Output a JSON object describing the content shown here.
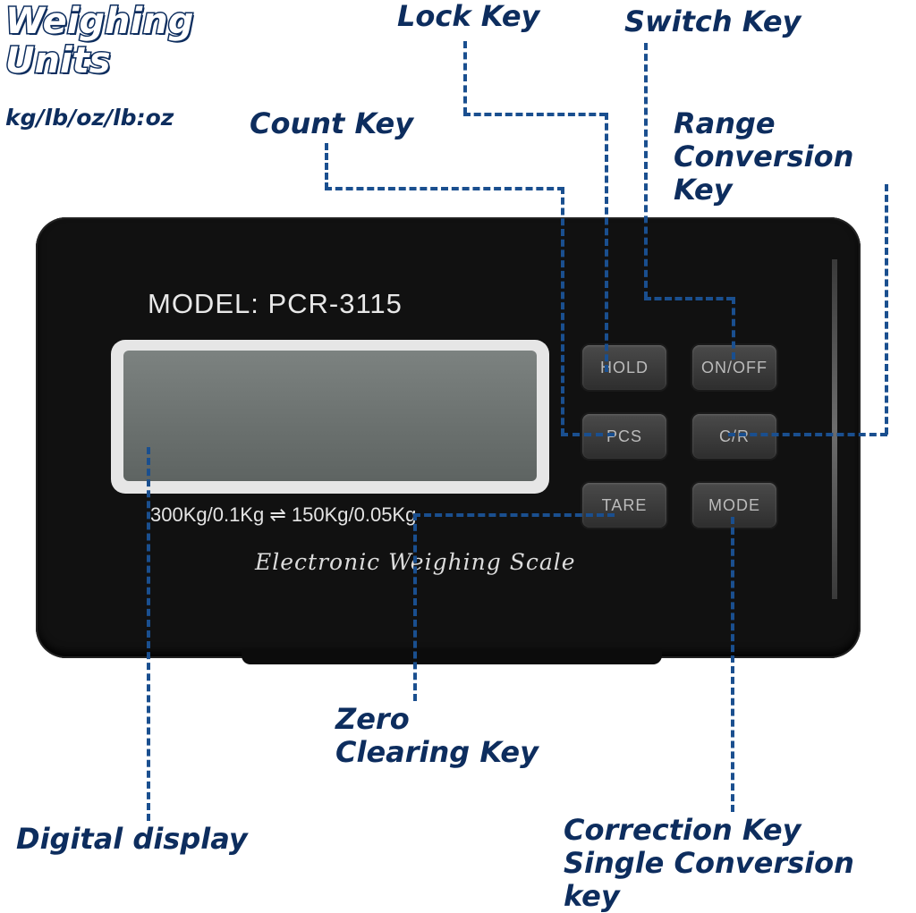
{
  "title": {
    "line1": "Weighing",
    "line2": "Units",
    "units": "kg/lb/oz/lb:oz"
  },
  "device": {
    "model": "MODEL: PCR-3115",
    "range": "300Kg/0.1Kg ⇌ 150Kg/0.05Kg",
    "brand_script": "Electronic Weighing Scale",
    "keys": [
      "HOLD",
      "ON/OFF",
      "PCS",
      "C/R",
      "TARE",
      "MODE"
    ]
  },
  "callouts": {
    "lock": "Lock Key",
    "switch": "Switch Key",
    "count": "Count Key",
    "range1": "Range",
    "range2": "Conversion Key",
    "zero1": "Zero",
    "zero2": "Clearing Key",
    "display": "Digital display",
    "corr1": "Correction Key",
    "corr2": "Single Conversion key"
  },
  "colors": {
    "accent": "#0d2d5e",
    "line": "#1a4f8f",
    "device": "#111111"
  }
}
